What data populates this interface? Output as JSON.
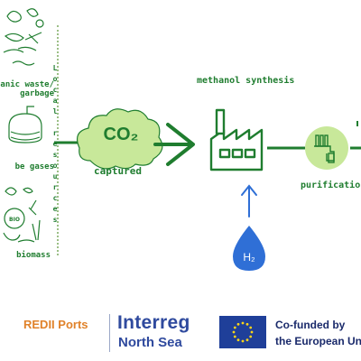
{
  "sources": {
    "organic_waste": "organic waste/\ngarbage",
    "biogases": "be gases",
    "biomass": "biomass",
    "local_resources": "L\no\nc\na\nl\n \nr\ne\ns\no\nu\nr\nc\ne\ns",
    "bio_badge": "BIO"
  },
  "process": {
    "co2": "CO₂",
    "captured": "captured",
    "methanol_synthesis": "methanol synthesis",
    "purification": "purification",
    "hydrogen": "H₂"
  },
  "footer": {
    "redii": "REDII Ports",
    "interreg": "Interreg",
    "north_sea": "North Sea",
    "cofunded_line1": "Co-funded by",
    "cofunded_line2": "the European Uni"
  },
  "colors": {
    "green": "#1f7d2f",
    "light_green": "#c8e89a",
    "blue": "#2f6fd6",
    "orange": "#e0822a",
    "eu_blue": "#1f3f99",
    "eu_star": "#ffd617"
  },
  "icons": [
    "co2-cloud-icon",
    "factory-icon",
    "arrow-right-icon",
    "arrow-up-icon",
    "hydrogen-drop-icon",
    "purification-icon",
    "eu-flag-icon"
  ]
}
